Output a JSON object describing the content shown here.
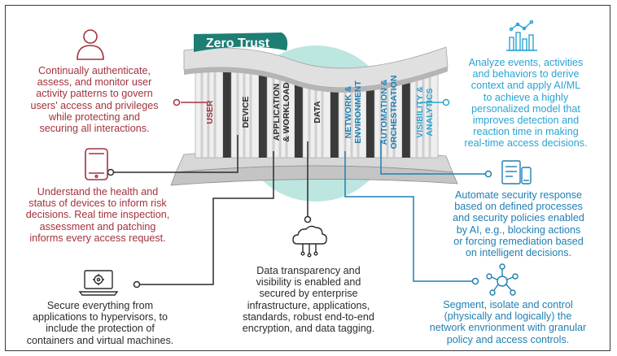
{
  "title": "Zero Trust",
  "pillars": [
    {
      "label": "USER",
      "color": "#a3323b"
    },
    {
      "label": "DEVICE",
      "color": "#2b2b2b"
    },
    {
      "label": "APPLICATION\n& WORKLOAD",
      "color": "#2b2b2b"
    },
    {
      "label": "DATA",
      "color": "#2b2b2b"
    },
    {
      "label": "NETWORK &\nENVIRONMENT",
      "color": "#1f7fb3"
    },
    {
      "label": "AUTOMATION &\nORCHESTRATION",
      "color": "#1f7fb3"
    },
    {
      "label": "VISIBILITY &\nANALYTICS",
      "color": "#2aa3d3"
    }
  ],
  "descriptions": {
    "user": "Continually authenticate,\nassess, and monitor user\nactivity patterns to govern\nusers' access and privileges\nwhile protecting and\nsecuring all interactions.",
    "device": "Understand the health and\nstatus of devices to inform risk\ndecisions. Real time inspection,\nassessment and patching\ninforms every access request.",
    "application": "Secure everything from\napplications to hypervisors, to\ninclude the protection of\ncontainers and virtual machines.",
    "data": "Data transparency and\nvisibility is enabled and\nsecured by enterprise\ninfrastructure, applications,\nstandards, robust end-to-end\nencryption, and data tagging.",
    "network": "Segment, isolate and control\n(physically and logically) the\nnetwork envrionment with granular\npolicy and access controls.",
    "automation": "Automate security response\nbased on defined processes\nand security policies enabled\nby AI, e.g., blocking actions\nor forcing remediation based\non intelligent decisions.",
    "visibility": "Analyze events, activities\nand behaviors to derive\ncontext and apply AI/ML\nto achieve a highly\npersonalized model that\nimproves detection and\nreaction time in making\nreal-time access decisions."
  },
  "colors": {
    "red": "#a3323b",
    "dark": "#2b2b2b",
    "blue": "#1f7fb3",
    "cyan": "#2aa3d3",
    "banner": "#1d7e74",
    "circle": "#bde6e1"
  },
  "icons": [
    "user-icon",
    "mobile-device-icon",
    "laptop-gear-icon",
    "cloud-data-icon",
    "network-nodes-icon",
    "devices-automation-icon",
    "analytics-chart-icon"
  ]
}
